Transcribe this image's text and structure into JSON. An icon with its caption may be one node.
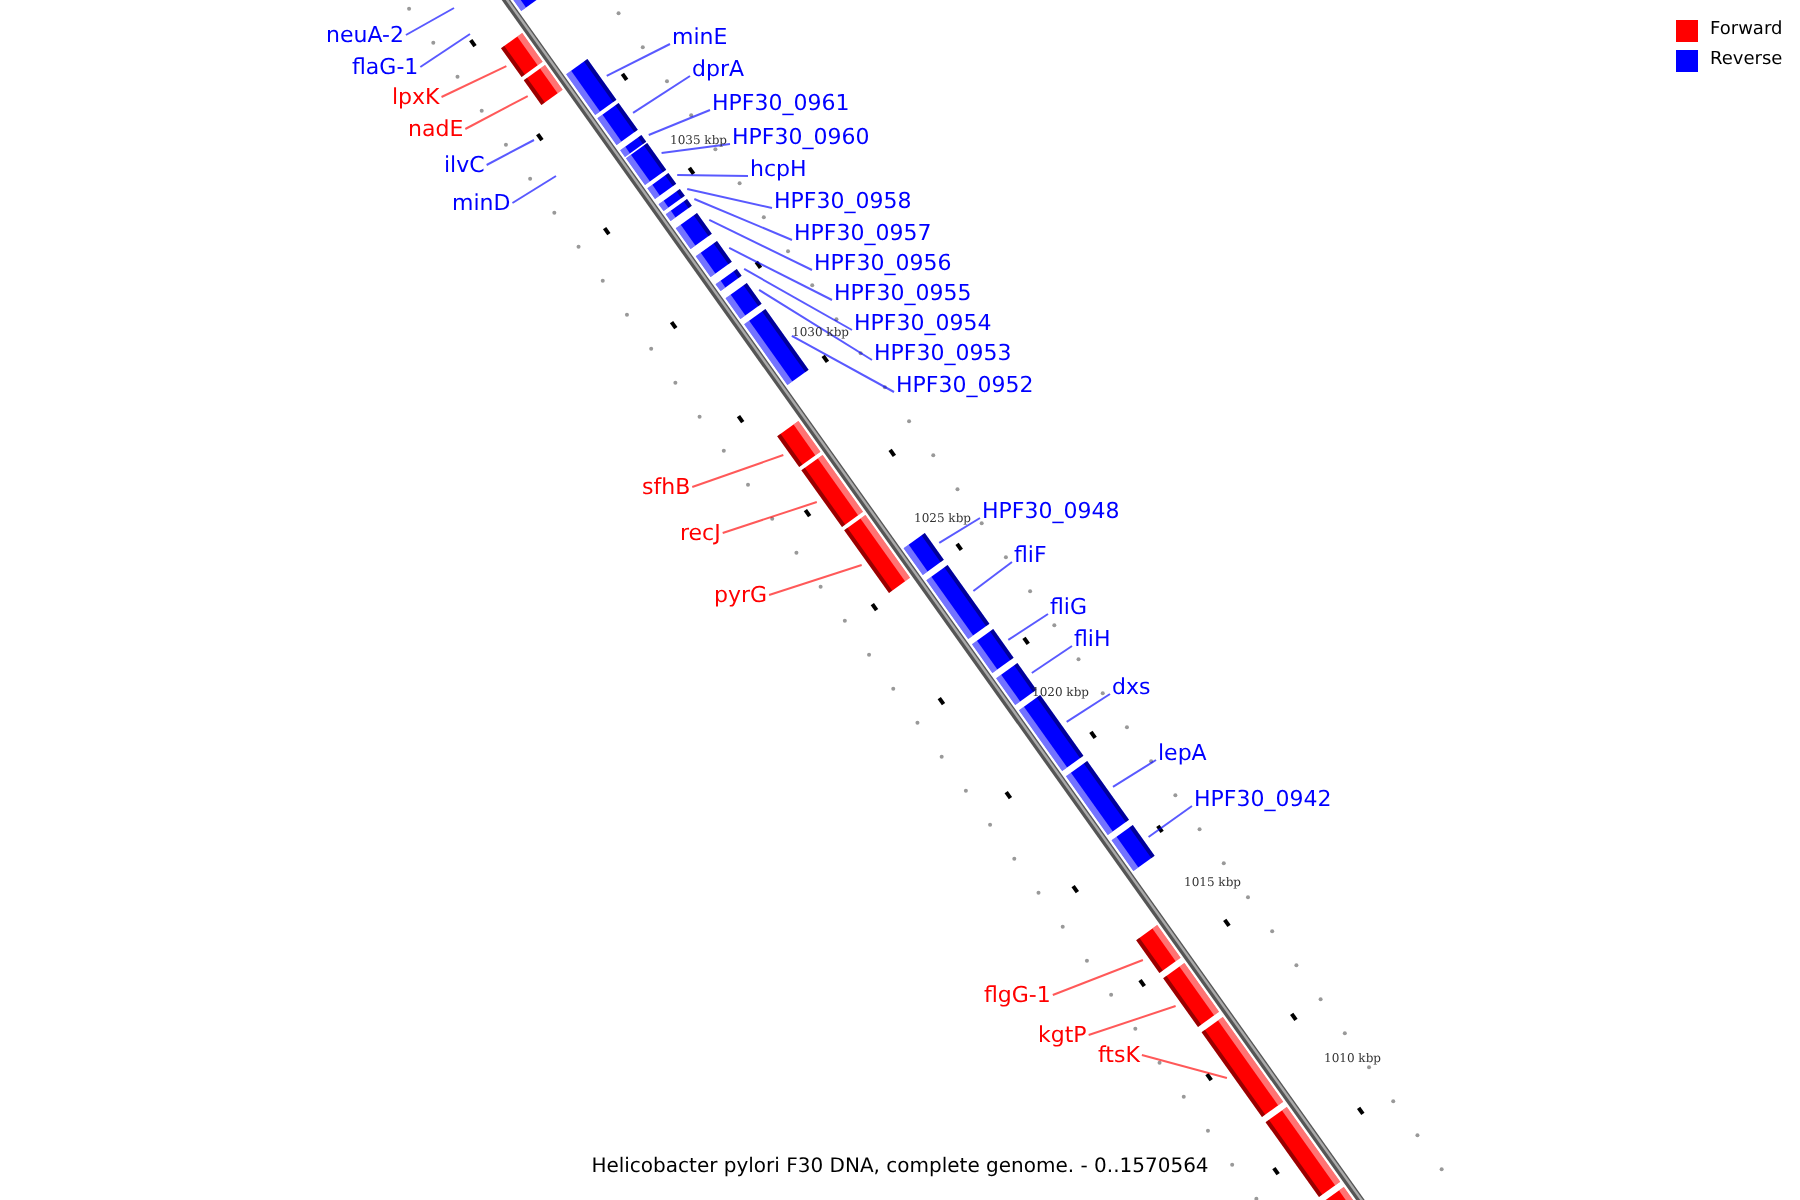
{
  "diagram": {
    "caption": "Helicobacter pylori F30 DNA, complete genome. - 0..1570564",
    "nodes": [
      {
        "text": [
          "neuA-2"
        ]
      },
      {
        "text": [
          "flaG-1"
        ]
      },
      {
        "text": [],
        "shape": "bar"
      },
      {
        "text": [
          "lpxK"
        ]
      },
      {
        "text": [],
        "shape": "bar"
      },
      {
        "text": [
          "nadE"
        ]
      },
      {
        "text": [],
        "shape": "bar"
      },
      {
        "text": [
          "ilvC"
        ]
      },
      {
        "text": [
          "minD"
        ]
      },
      {
        "text": [
          "minE"
        ]
      },
      {
        "text": [],
        "shape": "bar"
      },
      {
        "text": [
          "dprA"
        ]
      },
      {
        "text": [],
        "shape": "bar"
      },
      {
        "text": [
          "HPF30_0961"
        ]
      },
      {
        "text": [],
        "shape": "bar"
      },
      {
        "text": [
          "HPF30_0960"
        ]
      },
      {
        "text": [],
        "shape": "bar"
      },
      {
        "text": [
          "hcpH"
        ]
      },
      {
        "text": [],
        "shape": "bar"
      },
      {
        "text": [
          "HPF30_0958"
        ]
      },
      {
        "text": [],
        "shape": "bar"
      },
      {
        "text": [
          "HPF30_0957"
        ]
      },
      {
        "text": [],
        "shape": "bar"
      },
      {
        "text": [
          "HPF30_0956"
        ]
      },
      {
        "text": [],
        "shape": "bar"
      },
      {
        "text": [
          "HPF30_0955"
        ]
      },
      {
        "text": [],
        "shape": "bar"
      },
      {
        "text": [
          "HPF30_0954"
        ]
      },
      {
        "text": [],
        "shape": "bar"
      },
      {
        "text": [
          "HPF30_0953"
        ]
      },
      {
        "text": [],
        "shape": "bar"
      },
      {
        "text": [
          "HPF30_0952"
        ]
      },
      {
        "text": [],
        "shape": "bar"
      },
      {
        "text": [
          "sfhB"
        ]
      },
      {
        "text": [],
        "shape": "bar"
      },
      {
        "text": [
          "recJ"
        ]
      },
      {
        "text": [],
        "shape": "bar"
      },
      {
        "text": [
          "pyrG"
        ]
      },
      {
        "text": [],
        "shape": "bar"
      },
      {
        "text": [
          "HPF30_0948"
        ]
      },
      {
        "text": [],
        "shape": "bar"
      },
      {
        "text": [
          "fliF"
        ]
      },
      {
        "text": [],
        "shape": "bar"
      },
      {
        "text": [
          "fliG"
        ]
      },
      {
        "text": [],
        "shape": "bar"
      },
      {
        "text": [
          "fliH"
        ]
      },
      {
        "text": [],
        "shape": "bar"
      },
      {
        "text": [
          "dxs"
        ]
      },
      {
        "text": [],
        "shape": "bar"
      },
      {
        "text": [
          "lepA"
        ]
      },
      {
        "text": [],
        "shape": "bar"
      },
      {
        "text": [
          "HPF30_0942"
        ]
      },
      {
        "text": [],
        "shape": "bar"
      },
      {
        "text": [
          "flgG-1"
        ]
      },
      {
        "text": [],
        "shape": "bar"
      },
      {
        "text": [
          "kgtP"
        ]
      },
      {
        "text": [],
        "shape": "bar"
      },
      {
        "text": [
          "ftsK"
        ]
      },
      {
        "text": [],
        "shape": "bar"
      },
      {
        "text": [],
        "shape": "bar"
      },
      {
        "text": [],
        "shape": "bar"
      }
    ],
    "edges": [
      {
        "from": 0,
        "to": null,
        "arrow": "none"
      },
      {
        "from": 1,
        "to": null,
        "arrow": "none"
      },
      {
        "from": 3,
        "to": 4,
        "arrow": "none",
        "color": "#ff0000"
      },
      {
        "from": 5,
        "to": 6,
        "arrow": "none",
        "color": "#ff0000"
      },
      {
        "from": 7,
        "to": null,
        "arrow": "none"
      },
      {
        "from": 8,
        "to": null,
        "arrow": "none"
      },
      {
        "from": 9,
        "to": 10,
        "arrow": "none"
      },
      {
        "from": 11,
        "to": 12,
        "arrow": "none"
      },
      {
        "from": 13,
        "to": 14,
        "arrow": "none"
      },
      {
        "from": 15,
        "to": 16,
        "arrow": "none"
      },
      {
        "from": 17,
        "to": 18,
        "arrow": "none"
      },
      {
        "from": 19,
        "to": 20,
        "arrow": "none"
      },
      {
        "from": 21,
        "to": 22,
        "arrow": "none"
      },
      {
        "from": 23,
        "to": 24,
        "arrow": "none"
      },
      {
        "from": 25,
        "to": 26,
        "arrow": "none"
      },
      {
        "from": 27,
        "to": 28,
        "arrow": "none"
      },
      {
        "from": 29,
        "to": 30,
        "arrow": "none"
      },
      {
        "from": 31,
        "to": 32,
        "arrow": "none"
      },
      {
        "from": 33,
        "to": 34,
        "arrow": "none",
        "color": "#ff0000"
      },
      {
        "from": 35,
        "to": 36,
        "arrow": "none",
        "color": "#ff0000"
      },
      {
        "from": 37,
        "to": 38,
        "arrow": "none",
        "color": "#ff0000"
      },
      {
        "from": 39,
        "to": 40,
        "arrow": "none"
      },
      {
        "from": 41,
        "to": 42,
        "arrow": "none"
      },
      {
        "from": 43,
        "to": 44,
        "arrow": "none"
      },
      {
        "from": 45,
        "to": 46,
        "arrow": "none"
      },
      {
        "from": 47,
        "to": 48,
        "arrow": "none"
      },
      {
        "from": 49,
        "to": 50,
        "arrow": "none"
      },
      {
        "from": 51,
        "to": 52,
        "arrow": "none"
      },
      {
        "from": 53,
        "to": 54,
        "arrow": "none",
        "color": "#ff0000"
      },
      {
        "from": 55,
        "to": 56,
        "arrow": "none",
        "color": "#ff0000"
      },
      {
        "from": 57,
        "to": 58,
        "arrow": "none",
        "color": "#ff0000"
      }
    ],
    "labels": [
      "1035 kbp",
      "1030 kbp",
      "1025 kbp",
      "1020 kbp",
      "1015 kbp",
      "1010 kbp"
    ],
    "legend": [
      {
        "text": "Forward",
        "color": "#ff0000"
      },
      {
        "text": "Reverse",
        "color": "#0000ff"
      }
    ]
  }
}
